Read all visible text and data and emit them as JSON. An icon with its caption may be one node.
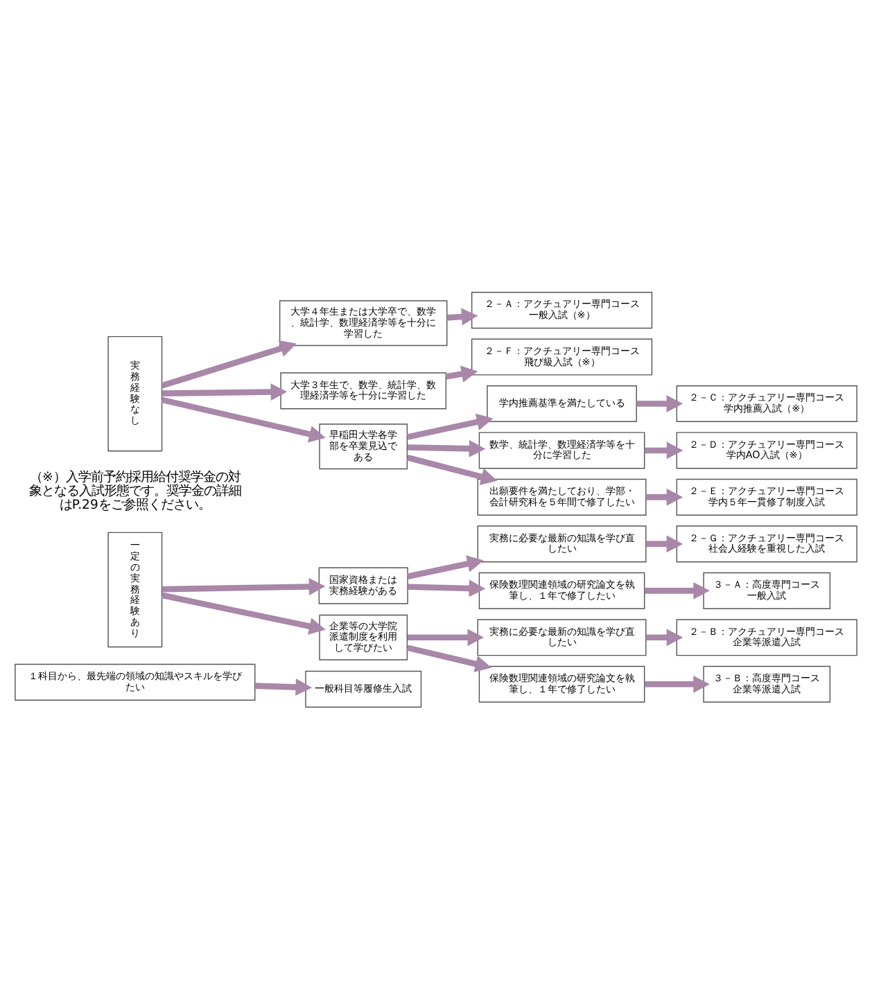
{
  "diagram": {
    "nodes": [
      {
        "text": [
          "実務経験なし"
        ]
      },
      {
        "text": [
          "大学４年生または大学卒で、数学、統計学、数理経済学等を十分に学習した"
        ]
      },
      {
        "text": [
          "２－Ａ：アクチュアリー専門コース",
          "一般入試（※）"
        ]
      },
      {
        "text": [
          "大学３年生で、数学、統計学、数理経済学等を十分に学習した"
        ]
      },
      {
        "text": [
          "２－Ｆ：アクチュアリー専門コース",
          "飛び級入試（※）"
        ]
      },
      {
        "text": [
          "早稲田大学各学部を卒業見込である"
        ]
      },
      {
        "text": [
          "学内推薦基準を満たしている"
        ]
      },
      {
        "text": [
          "２－Ｃ：アクチュアリー専門コース",
          "学内推薦入試（※）"
        ]
      },
      {
        "text": [
          "数学、統計学、数理経済学等を十分に学習した"
        ]
      },
      {
        "text": [
          "２－Ｄ：アクチュアリー専門コース",
          "学内AO入試（※）"
        ]
      },
      {
        "text": [
          "出願要件を満たしており、学部・会計研究科を５年間で修了したい"
        ]
      },
      {
        "text": [
          "２－Ｅ：アクチュアリー専門コース",
          "学内５年一貫修了制度入試"
        ]
      },
      {
        "text": [
          "一定の実務経験あり"
        ]
      },
      {
        "text": [
          "国家資格または実務経験がある"
        ]
      },
      {
        "text": [
          "実務に必要な最新の知識を学び直したい"
        ]
      },
      {
        "text": [
          "２－Ｇ：アクチュアリー専門コース",
          "社会人経験を重視した入試"
        ]
      },
      {
        "text": [
          "保険数理関連領域の研究論文を執筆し、１年で修了したい"
        ]
      },
      {
        "text": [
          "３－Ａ：高度専門コース",
          "一般入試"
        ]
      },
      {
        "text": [
          "企業等の大学院派遣制度を利用して学びたい"
        ]
      },
      {
        "text": [
          "実務に必要な最新の知識を学び直したい"
        ]
      },
      {
        "text": [
          "２－Ｂ：アクチュアリー専門コース",
          "企業等派遣入試"
        ]
      },
      {
        "text": [
          "保険数理関連領域の研究論文を執筆し、１年で修了したい"
        ]
      },
      {
        "text": [
          "３－Ｂ：高度専門コース",
          "企業等派遣入試"
        ]
      },
      {
        "text": [
          "１科目から、最先端の領域の知識やスキルを学びたい"
        ]
      },
      {
        "text": [
          "一般科目等履修生入試"
        ]
      }
    ],
    "edges": [
      {
        "from": 0,
        "to": 1,
        "arrow": "to"
      },
      {
        "from": 0,
        "to": 3,
        "arrow": "to"
      },
      {
        "from": 0,
        "to": 5,
        "arrow": "to"
      },
      {
        "from": 1,
        "to": 2,
        "arrow": "to"
      },
      {
        "from": 3,
        "to": 4,
        "arrow": "to"
      },
      {
        "from": 5,
        "to": 6,
        "arrow": "to"
      },
      {
        "from": 5,
        "to": 8,
        "arrow": "to"
      },
      {
        "from": 5,
        "to": 10,
        "arrow": "to"
      },
      {
        "from": 6,
        "to": 7,
        "arrow": "to"
      },
      {
        "from": 8,
        "to": 9,
        "arrow": "to"
      },
      {
        "from": 10,
        "to": 11,
        "arrow": "to"
      },
      {
        "from": 12,
        "to": 13,
        "arrow": "to"
      },
      {
        "from": 12,
        "to": 18,
        "arrow": "to"
      },
      {
        "from": 13,
        "to": 14,
        "arrow": "to"
      },
      {
        "from": 13,
        "to": 16,
        "arrow": "to"
      },
      {
        "from": 14,
        "to": 15,
        "arrow": "to"
      },
      {
        "from": 16,
        "to": 17,
        "arrow": "to"
      },
      {
        "from": 18,
        "to": 19,
        "arrow": "to"
      },
      {
        "from": 18,
        "to": 21,
        "arrow": "to"
      },
      {
        "from": 19,
        "to": 20,
        "arrow": "to"
      },
      {
        "from": 21,
        "to": 22,
        "arrow": "to"
      },
      {
        "from": 23,
        "to": 24,
        "arrow": "to"
      }
    ],
    "labels": [
      "（※）入学前予約採用給付奨学金の対象となる入試形態です。奨学金の詳細はP.29をご参照ください。"
    ]
  }
}
